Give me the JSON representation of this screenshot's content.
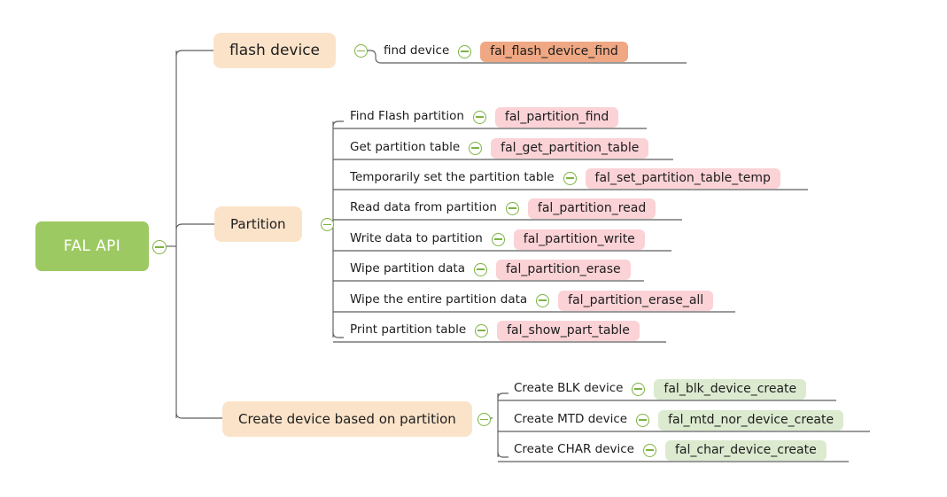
{
  "diagram": {
    "type": "mindmap",
    "title": "FAL API",
    "colors": {
      "root": "#9dc962",
      "branch": "#fbe3c9",
      "badge_salmon": "#efa883",
      "badge_pink": "#fbd2d6",
      "badge_green": "#dceacf",
      "connector": "#5e5e5e",
      "toggle": "#7cb342",
      "background": "#ffffff"
    },
    "toggle_icon": "collapse-minus-icon"
  },
  "root": {
    "label": "FAL API"
  },
  "branches": [
    {
      "label": "flash device",
      "leaves": [
        {
          "label": "find device",
          "api": "fal_flash_device_find"
        }
      ]
    },
    {
      "label": "Partition",
      "leaves": [
        {
          "label": "Find Flash partition",
          "api": "fal_partition_find"
        },
        {
          "label": "Get partition table",
          "api": "fal_get_partition_table"
        },
        {
          "label": "Temporarily set the partition table",
          "api": "fal_set_partition_table_temp"
        },
        {
          "label": "Read data from partition",
          "api": "fal_partition_read"
        },
        {
          "label": "Write data to partition",
          "api": "fal_partition_write"
        },
        {
          "label": "Wipe partition data",
          "api": "fal_partition_erase"
        },
        {
          "label": "Wipe the entire partition data",
          "api": "fal_partition_erase_all"
        },
        {
          "label": "Print partition table",
          "api": "fal_show_part_table"
        }
      ]
    },
    {
      "label": "Create device based on partition",
      "leaves": [
        {
          "label": "Create BLK device",
          "api": "fal_blk_device_create"
        },
        {
          "label": "Create MTD device",
          "api": "fal_mtd_nor_device_create"
        },
        {
          "label": "Create CHAR device",
          "api": "fal_char_device_create"
        }
      ]
    }
  ]
}
